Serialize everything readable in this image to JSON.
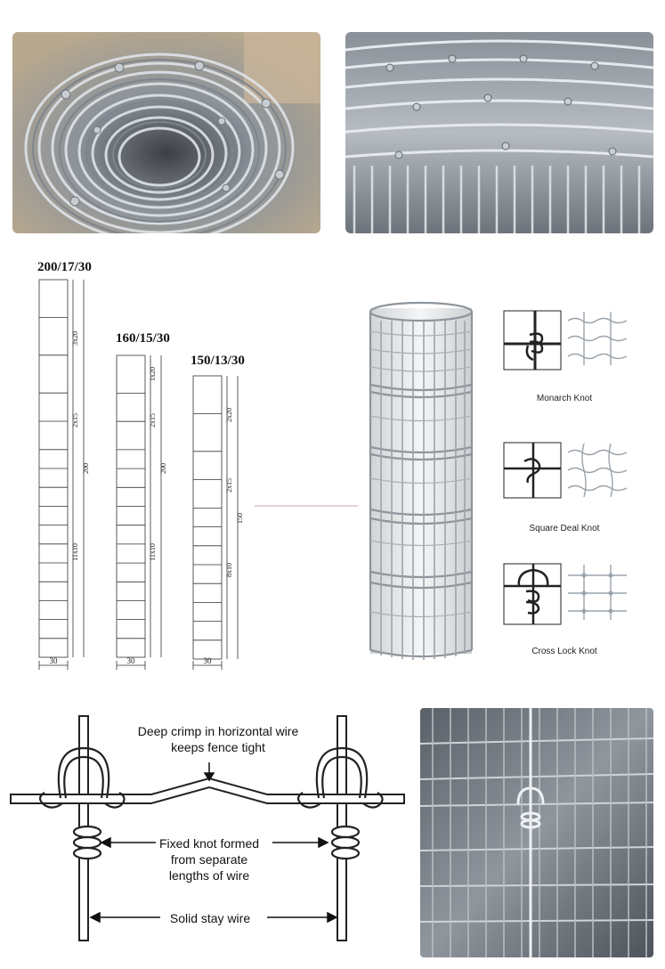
{
  "specs": [
    {
      "title": "200/17/30",
      "dims": [
        "3x20",
        "2x15",
        "11x10"
      ],
      "total": "200",
      "width": "30"
    },
    {
      "title": "160/15/30",
      "dims": [
        "1x20",
        "2x15",
        "11x10"
      ],
      "total": "200",
      "width": "30"
    },
    {
      "title": "150/13/30",
      "dims": [
        "2x20",
        "2x15",
        "8x10"
      ],
      "total": "150",
      "width": "30"
    }
  ],
  "knots": [
    {
      "label": "Monarch Knot",
      "icon": "monarch-knot-icon"
    },
    {
      "label": "Square Deal Knot",
      "icon": "square-deal-knot-icon"
    },
    {
      "label": "Cross Lock Knot",
      "icon": "cross-lock-knot-icon"
    }
  ],
  "crimp_diagram": {
    "top_note": [
      "Deep crimp in horizontal wire",
      "keeps fence tight"
    ],
    "knot_note": [
      "Fixed knot formed",
      "from separate",
      "lengths of wire"
    ],
    "stay_note": "Solid stay wire"
  },
  "colors": {
    "wire": "#9aa3ab",
    "ink": "#111111",
    "accent_line": "#c9a3a3"
  }
}
